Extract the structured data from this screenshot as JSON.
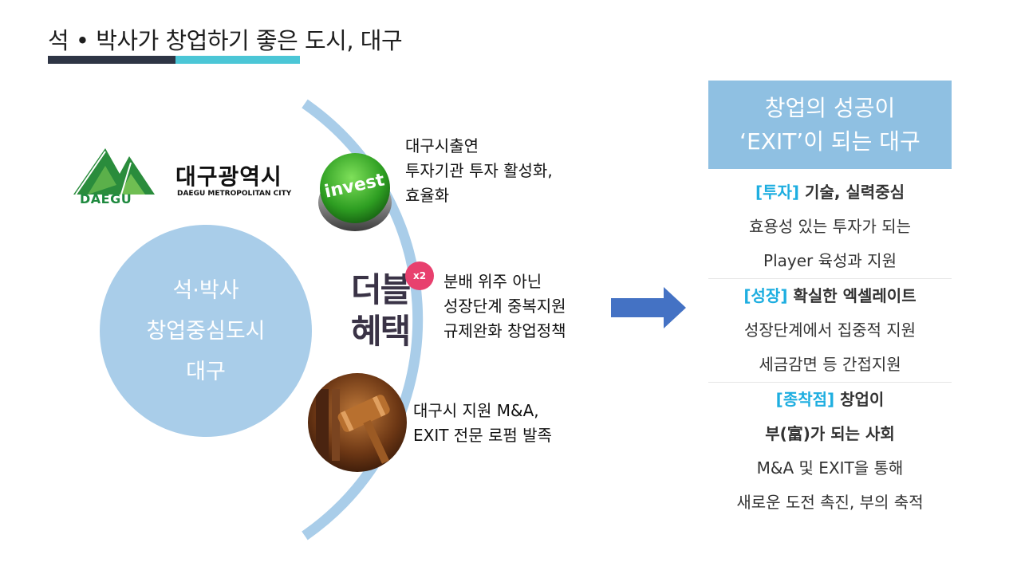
{
  "title": "석 • 박사가 창업하기 좋은 도시, 대구",
  "logo": {
    "mark_text": "DAEGU",
    "name": "대구광역시",
    "sub": "DAEGU METROPOLITAN CITY"
  },
  "center_circle": {
    "lines": [
      "석·박사",
      "창업중심도시",
      "대구"
    ]
  },
  "items": [
    {
      "image": "invest-button-icon",
      "image_text": "invest",
      "lines": [
        "대구시출연",
        "투자기관 투자 활성화,",
        "효율화"
      ]
    },
    {
      "image": "double-benefit-icon",
      "image_text": [
        "더블",
        "혜택"
      ],
      "badge": "x2",
      "lines": [
        "분배 위주 아닌",
        "성장단계 중복지원",
        "규제완화 창업정책"
      ]
    },
    {
      "image": "gavel-icon",
      "lines": [
        "대구시 지원 M&A,",
        "EXIT 전문 로펌 발족"
      ]
    }
  ],
  "right_panel": {
    "header": [
      "창업의 성공이",
      "‘EXIT’이 되는 대구"
    ],
    "sections": [
      {
        "tag": "[투자]",
        "head": " 기술, 실력중심",
        "lines": [
          "효용성 있는 투자가 되는",
          "Player 육성과 지원"
        ]
      },
      {
        "tag": "[성장]",
        "head": " 확실한 엑셀레이트",
        "lines": [
          "성장단계에서 집중적 지원",
          "세금감면 등 간접지원"
        ]
      },
      {
        "tag": "[종착점]",
        "head": " 창업이",
        "head2": "부(富)가 되는 사회",
        "lines": [
          "M&A 및 EXIT을 통해",
          "새로운 도전 촉진, 부의 축적"
        ]
      }
    ]
  },
  "colors": {
    "accent_teal": "#4bc6d6",
    "accent_dark": "#2e3545",
    "circle_blue": "#a9cde9",
    "header_blue": "#8fc0e2",
    "tag_blue": "#1eaee0",
    "arrow_blue": "#4472c4"
  }
}
